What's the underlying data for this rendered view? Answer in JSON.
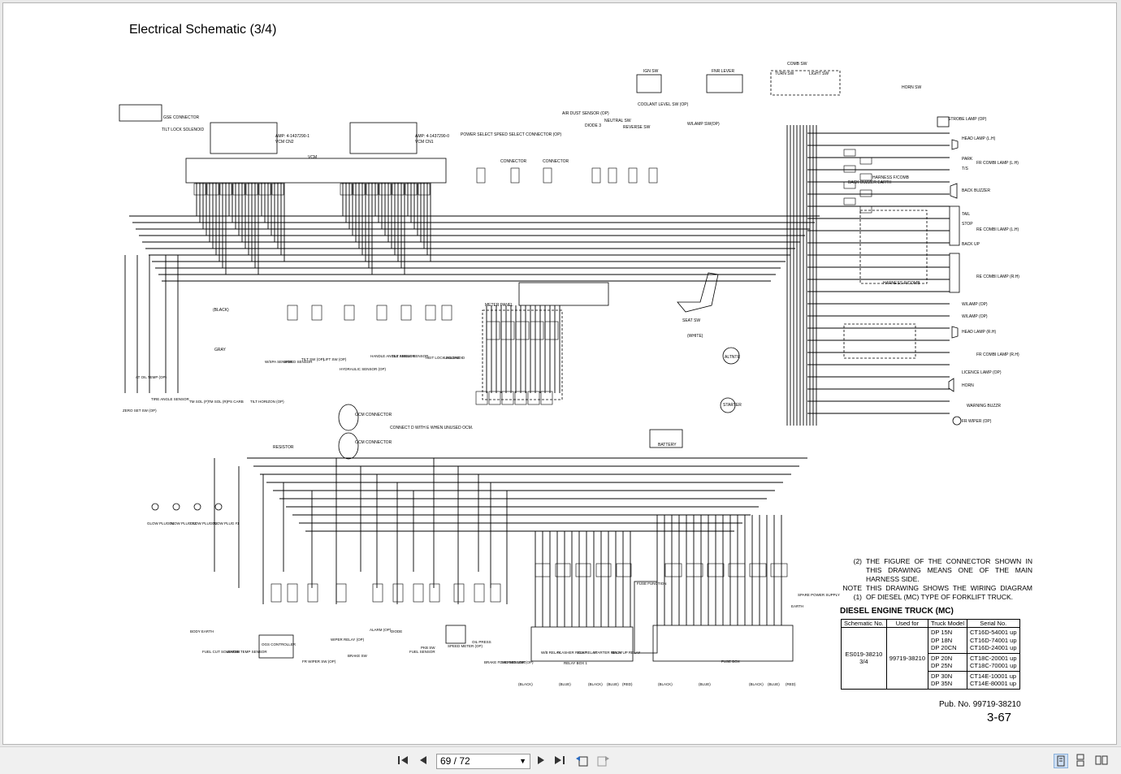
{
  "document": {
    "title": "Electrical Schematic (3/4)",
    "pub_no": "Pub. No. 99719-38210",
    "page_no": "3-67"
  },
  "notes": [
    {
      "num": "(2)",
      "text": "THE FIGURE OF THE CONNECTOR SHOWN IN THIS DRAWING MEANS ONE OF THE MAIN HARNESS SIDE."
    },
    {
      "num": "NOTE (1)",
      "text": "THIS DRAWING SHOWS THE WIRING DIAGRAM OF DIESEL (MC) TYPE OF FORKLIFT TRUCK."
    }
  ],
  "truck_table": {
    "heading": "DIESEL ENGINE TRUCK (MC)",
    "headers": [
      "Schematic No.",
      "Used for",
      "Truck Model",
      "Serial No."
    ],
    "schematic_no": "ES019-38210\n3/4",
    "used_for": "99719-38210",
    "groups": [
      {
        "models": "DP 15N\nDP 18N\nDP 20CN",
        "serials": "CT16D-54001 up\nCT16D-74001 up\nCT16D-24001 up"
      },
      {
        "models": "DP 20N\nDP 25N",
        "serials": "CT18C-20001 up\nCT18C-70001 up"
      },
      {
        "models": "DP 30N\nDP 35N",
        "serials": "CT14E-10001 up\nCT14E-80001 up"
      }
    ]
  },
  "labels": {
    "top": [
      "GSE CONNECTOR",
      "TILT LOCK SOLENOID",
      "VCM",
      "VCM CN2",
      "VCM CN1",
      "AMP: 4-1437290-1",
      "AMP: 4-1437290-0",
      "POWER SELECT SPEED SELECT CONNECTOR (OP)",
      "CONNECTOR",
      "CONNECTOR",
      "AIR DUST SENSOR (OP)",
      "DIODE 3",
      "NEUTRAL SW",
      "REVERSE SW",
      "COOLANT LEVEL SW (OP)",
      "IGN SW",
      "FNR LEVER",
      "W/LAMP SW(OP)",
      "COMB SW",
      "TURN SW",
      "LIGHT SW",
      "HORN SW",
      "STROBE LAMP (OP)"
    ],
    "right": [
      "HEAD LAMP (L.H)",
      "PARK",
      "FR COMBI LAMP (L.H)",
      "T/S",
      "HARNESS F/COMB",
      "BACK BUZZER EARTH",
      "BACK BUZZER",
      "TAIL",
      "STOP",
      "RE COMBI LAMP (L.H)",
      "BACK UP",
      "RE COMBI LAMP (R.H)",
      "HARNESS R/COMB",
      "W/LAMP (OP)",
      "W/LAMP (OP)",
      "HEAD LAMP (R.H)",
      "FR COMBI LAMP (R.H)",
      "LICENCE LAMP (OP)",
      "HORN",
      "WARNING BUZZR",
      "FR WIPER (OP)"
    ],
    "middle": [
      "METER PANEL",
      "SEAT SW",
      "ALTNTR",
      "STARTER",
      "BATTERY",
      "OCM CONNECTOR",
      "OCM CONNECTOR",
      "CONNECT D WITH E WHEN UNUSED OCM.",
      "RESISTOR",
      "GRAY",
      "(BLACK)",
      "(WHITE)"
    ],
    "left": [
      "AT OIL TEMP (OP)",
      "ZERO SET SW (OP)",
      "TIRE ANGLE SENSOR",
      "TM SOL (F)",
      "TM SOL (R)",
      "PS CARB",
      "TILT HORIZON (OP)",
      "W/SPA SENSOR",
      "SPEED SENSOR",
      "TILT SW (OP)",
      "LIFT SW (OP)",
      "HYDRAULIC SENSOR (OP)",
      "HANDLE ANGLE SENSOR",
      "TILT ANGLE SENSOR",
      "HEIT LOCK SOLENOID",
      "UNLOAD"
    ],
    "bottom": [
      "GLOW PLUG #4",
      "GLOW PLUG #3",
      "GLOW PLUG #2",
      "GLOW PLUG #1",
      "BODY EARTH",
      "FUEL CUT SOLENOID",
      "WATER TEMP SENSOR",
      "OGS CONTROLLER",
      "FR WIPER SW (OP)",
      "WIPER RELAY (OP)",
      "BRAKE SW",
      "ALARM (OP)",
      "DIODE",
      "FUEL SENSOR",
      "PKB SW",
      "SPEED METER (OP)",
      "OIL PRESS",
      "BRAKE FLUID SENSOR (OP)",
      "THERMO UNIT",
      "RELAY BOX 1",
      "W/B RELAY",
      "FLASHER RELAY",
      "IGN RELAY",
      "STARTER RELAY",
      "BACK UP RELAY",
      "FUSE BOX",
      "SPARE POWER SUPPLY",
      "EARTH",
      "FUSE FUNCTION"
    ],
    "colors": [
      "(BLACK)",
      "(BLUE)",
      "(BLACK)",
      "(BLUE)",
      "(RED)",
      "(BLACK)",
      "(BLUE)",
      "(BLACK)",
      "(BLUE)",
      "(RED)"
    ]
  },
  "toolbar": {
    "page_indicator": "69 / 72",
    "first_icon": "first-page-icon",
    "prev_icon": "prev-page-icon",
    "next_icon": "next-page-icon",
    "last_icon": "last-page-icon"
  }
}
